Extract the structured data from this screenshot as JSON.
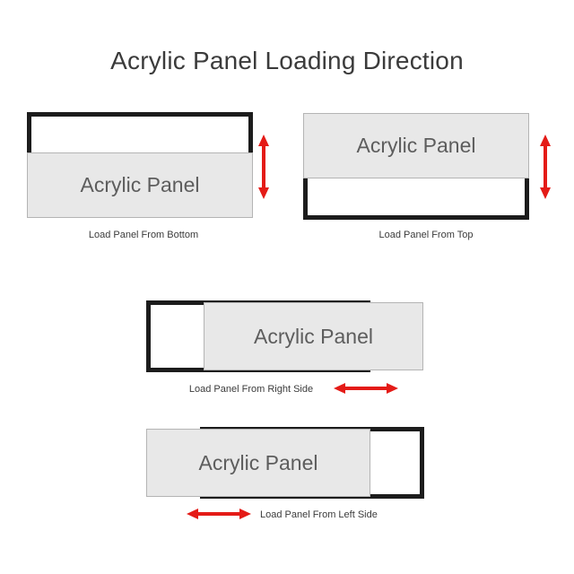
{
  "page": {
    "title": "Acrylic Panel Loading Direction",
    "background_color": "#ffffff",
    "title_color": "#3b3b3b"
  },
  "style": {
    "panel_fill": "#e8e8e8",
    "panel_stroke": "#b4b4b4",
    "frame_stroke": "#1c1c1c",
    "arrow_color": "#e41b17",
    "panel_label_color": "#5d5d5d"
  },
  "diagrams": [
    {
      "id": "load-from-bottom",
      "panel_label": "Acrylic Panel",
      "caption": "Load Panel From Bottom",
      "frame_opening": "bottom",
      "arrow": {
        "direction": "vertical",
        "name": "vertical-double-arrow"
      }
    },
    {
      "id": "load-from-top",
      "panel_label": "Acrylic Panel",
      "caption": "Load Panel From Top",
      "frame_opening": "top",
      "arrow": {
        "direction": "vertical",
        "name": "vertical-double-arrow"
      }
    },
    {
      "id": "load-from-right-side",
      "panel_label": "Acrylic Panel",
      "caption": "Load Panel From Right Side",
      "frame_opening": "right",
      "arrow": {
        "direction": "horizontal",
        "name": "horizontal-double-arrow"
      }
    },
    {
      "id": "load-from-left-side",
      "panel_label": "Acrylic Panel",
      "caption": "Load Panel From Left Side",
      "frame_opening": "left",
      "arrow": {
        "direction": "horizontal",
        "name": "horizontal-double-arrow"
      }
    }
  ]
}
